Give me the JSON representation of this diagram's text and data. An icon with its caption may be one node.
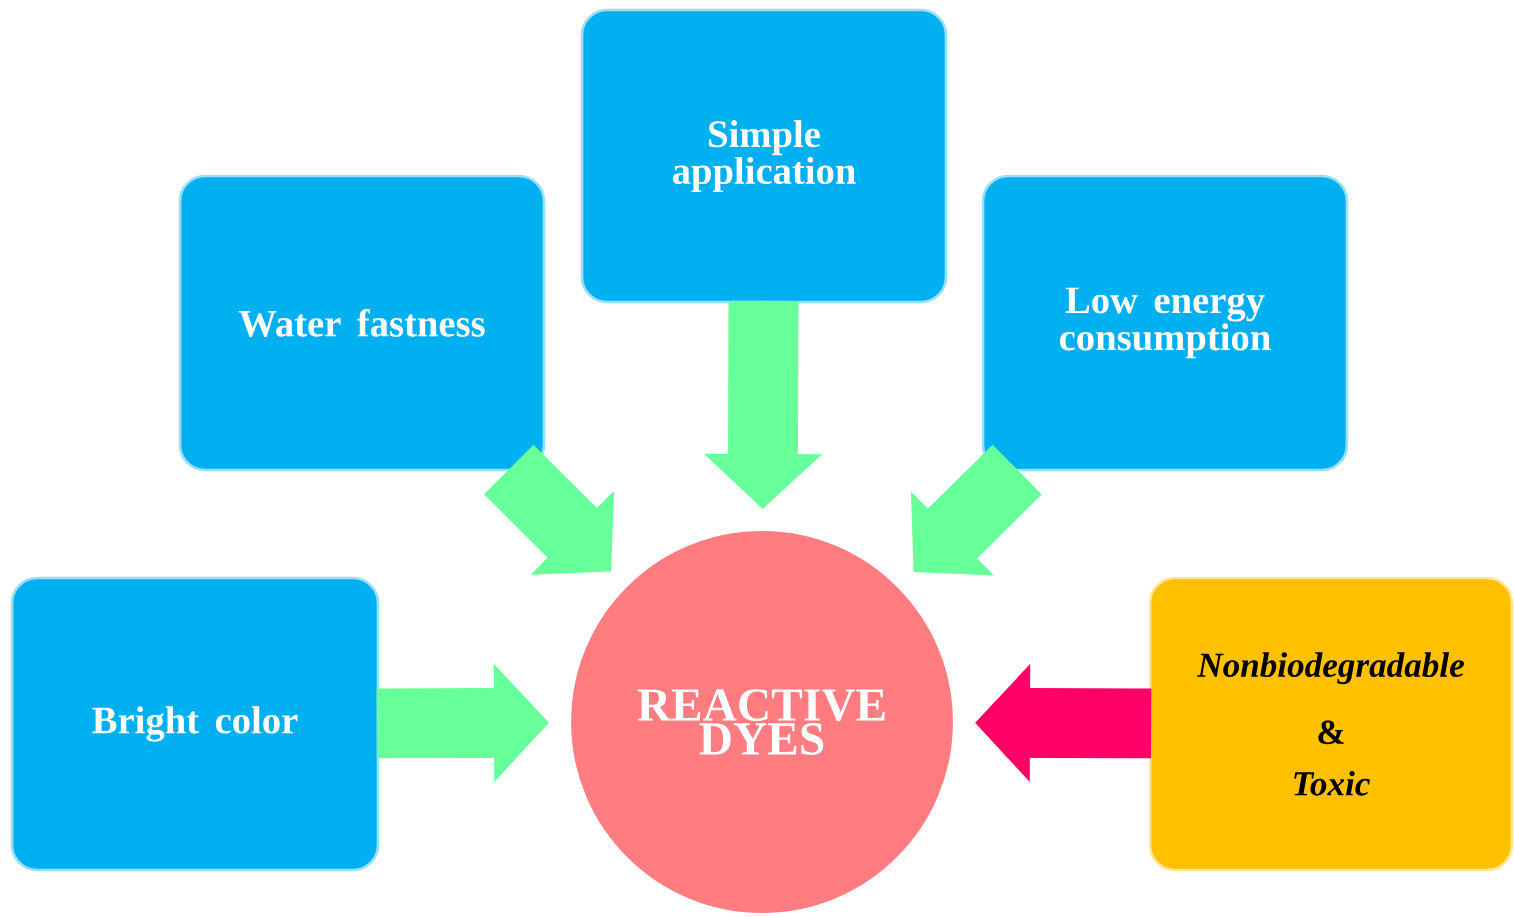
{
  "diagram": {
    "nodes": [
      {
        "text": [
          "Simple application"
        ]
      },
      {
        "text": [
          "Water fastness"
        ]
      },
      {
        "text": [
          "Low energy consumption"
        ]
      },
      {
        "text": [
          "Bright color"
        ]
      },
      {
        "text": [
          "REACTIVE DYES"
        ]
      },
      {
        "text": [
          "Nonbiodegradable",
          "&",
          "Toxic"
        ]
      }
    ],
    "edges": [
      {
        "from": 0,
        "to": 4,
        "arrow": "to"
      },
      {
        "from": 1,
        "to": 4,
        "arrow": "to"
      },
      {
        "from": 2,
        "to": 4,
        "arrow": "to"
      },
      {
        "from": 3,
        "to": 4,
        "arrow": "to"
      },
      {
        "from": 5,
        "to": 4,
        "arrow": "to",
        "color": "#ff0066"
      }
    ]
  }
}
